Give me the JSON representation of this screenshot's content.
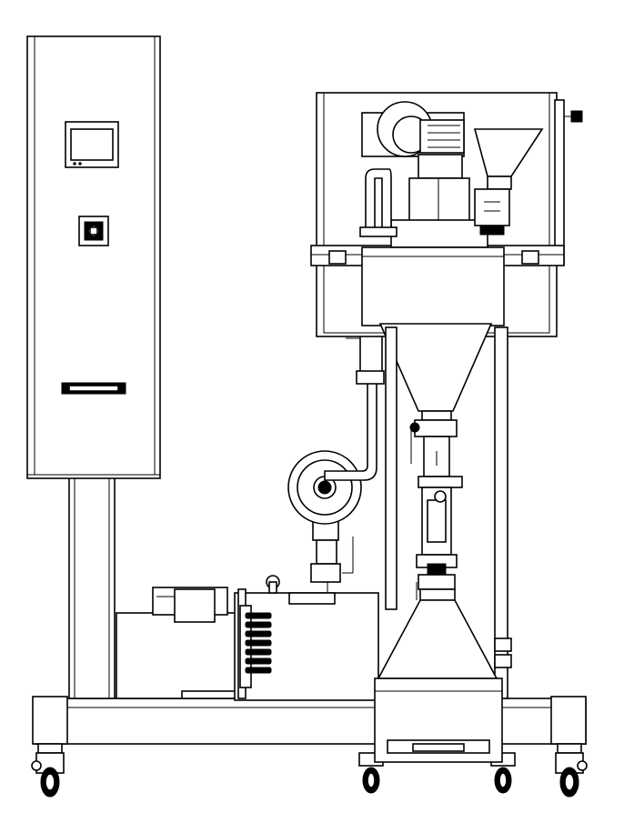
{
  "drawing": {
    "stroke_color": "#000000",
    "fill_color": "#ffffff",
    "shade_color": "#d9d9d9",
    "components": [
      "control-cabinet",
      "touch-screen-panel",
      "emergency-stop-switch",
      "cabinet-handle",
      "cabinet-support-column",
      "vacuum-pump",
      "pump-motor",
      "suction-filter",
      "vacuum-hose",
      "upper-frame",
      "drive-motor",
      "feed-hopper",
      "conical-vessel",
      "discharge-valve",
      "sight-glass",
      "lower-cone",
      "collection-container",
      "base-frame",
      "castor-wheel"
    ]
  }
}
